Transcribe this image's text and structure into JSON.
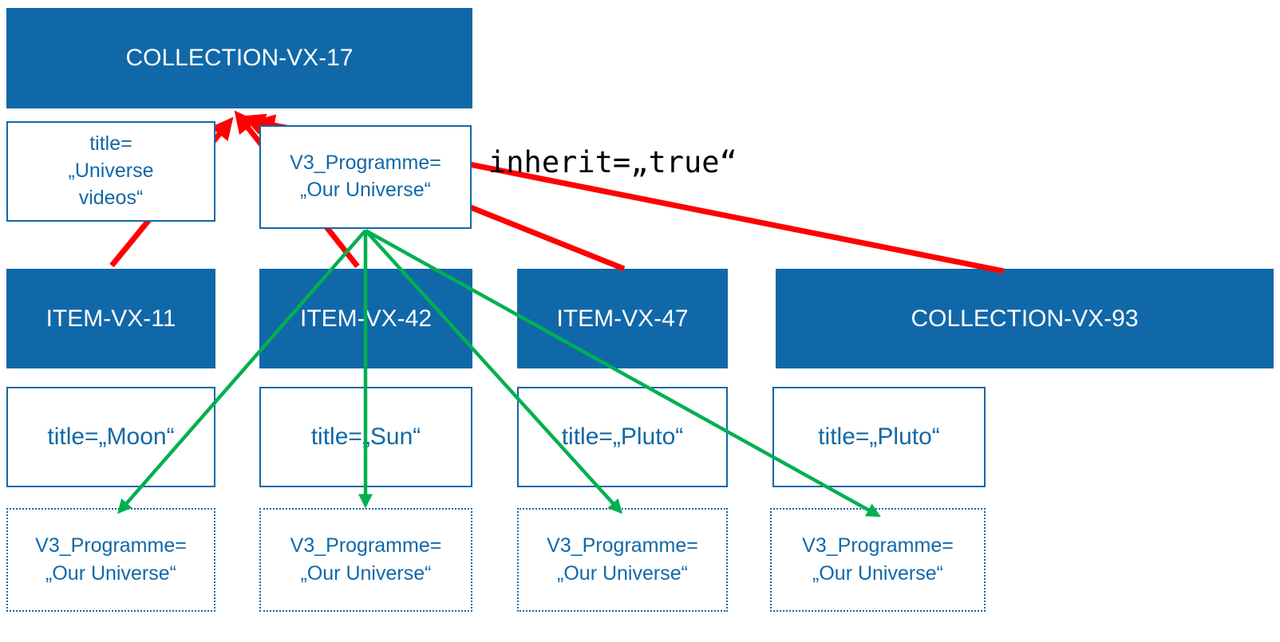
{
  "colors": {
    "blue": "#1168A8",
    "red": "#FF0000",
    "green": "#00B050"
  },
  "root": {
    "id": "COLLECTION-VX-17",
    "title_attr": "title=\n„Universe\nvideos“",
    "programme_attr": "V3_Programme=\n„Our Universe“",
    "inherit_label": "inherit=„true“"
  },
  "children": [
    {
      "id": "ITEM-VX-11",
      "title_attr": "title=„Moon“",
      "inherited_attr": "V3_Programme=\n„Our Universe“"
    },
    {
      "id": "ITEM-VX-42",
      "title_attr": "title=„Sun“",
      "inherited_attr": "V3_Programme=\n„Our Universe“"
    },
    {
      "id": "ITEM-VX-47",
      "title_attr": "title=„Pluto“",
      "inherited_attr": "V3_Programme=\n„Our Universe“"
    },
    {
      "id": "COLLECTION-VX-93",
      "title_attr": "title=„Pluto“",
      "inherited_attr": "V3_Programme=\n„Our Universe“"
    }
  ]
}
